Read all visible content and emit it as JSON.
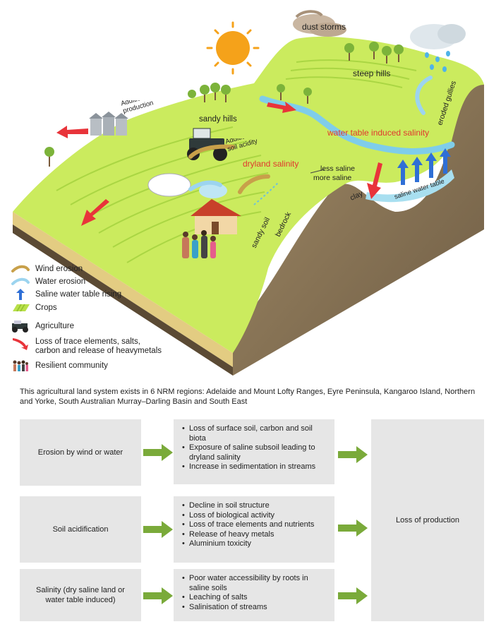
{
  "scene": {
    "labels": {
      "dust_storms": "dust storms",
      "steep_hills": "steep hills",
      "sandy_hills": "sandy hills",
      "eroded_gullies": "eroded gullies",
      "lime": "Addition of lime to increase production",
      "clay_add": "Addition of clay to reduce soil acidity",
      "water_table_salinity": "water table induced salinity",
      "dryland_salinity": "dryland salinity",
      "less_saline": "less saline",
      "more_saline": "more saline",
      "clay": "clay",
      "saline_water_table": "saline water table",
      "sandy_soil": "sandy soil",
      "bedrock": "bedrock"
    }
  },
  "legend": [
    {
      "icon": "wind-erosion-icon",
      "label": "Wind erosion"
    },
    {
      "icon": "water-erosion-icon",
      "label": "Water erosion"
    },
    {
      "icon": "saline-water-rising-icon",
      "label": "Saline water table rising"
    },
    {
      "icon": "crops-icon",
      "label": "Crops"
    },
    {
      "icon": "tractor-icon",
      "label": "Agriculture"
    },
    {
      "icon": "loss-arrow-icon",
      "label": "Loss of trace elements, salts,\ncarbon and release of heavymetals"
    },
    {
      "icon": "community-icon",
      "label": "Resilient community"
    }
  ],
  "summary": "This agricultural land system exists in 6 NRM regions: Adelaide and Mount Lofty Ranges, Eyre Peninsula, Kangaroo Island, Northern and Yorke, South Australian Murray–Darling Basin and South East",
  "flow": {
    "causes": [
      "Erosion by wind or water",
      "Soil acidification",
      "Salinity (dry saline land or water table induced)"
    ],
    "effects": [
      [
        "Loss of surface soil, carbon and soil biota",
        "Exposure of saline subsoil leading to dryland salinity",
        "Increase in sedimentation in streams"
      ],
      [
        "Decline in soil structure",
        "Loss of biological activity",
        "Loss of trace elements and nutrients",
        "Release of heavy metals",
        "Aluminium toxicity"
      ],
      [
        "Poor water accessibility by roots in saline soils",
        "Leaching of salts",
        "Salinisation of streams"
      ]
    ],
    "outcome": "Loss of production"
  },
  "colors": {
    "grass": "#c9ec5a",
    "grass_dark": "#9fcf3a",
    "soil_sand": "#f2e3a6",
    "soil_brown": "#8a7658",
    "water": "#7fcdea",
    "arrow_green": "#7aaa3a",
    "loss_red": "#e8343a",
    "wind_tan": "#c8a04a",
    "box_grey": "#e6e6e6"
  }
}
